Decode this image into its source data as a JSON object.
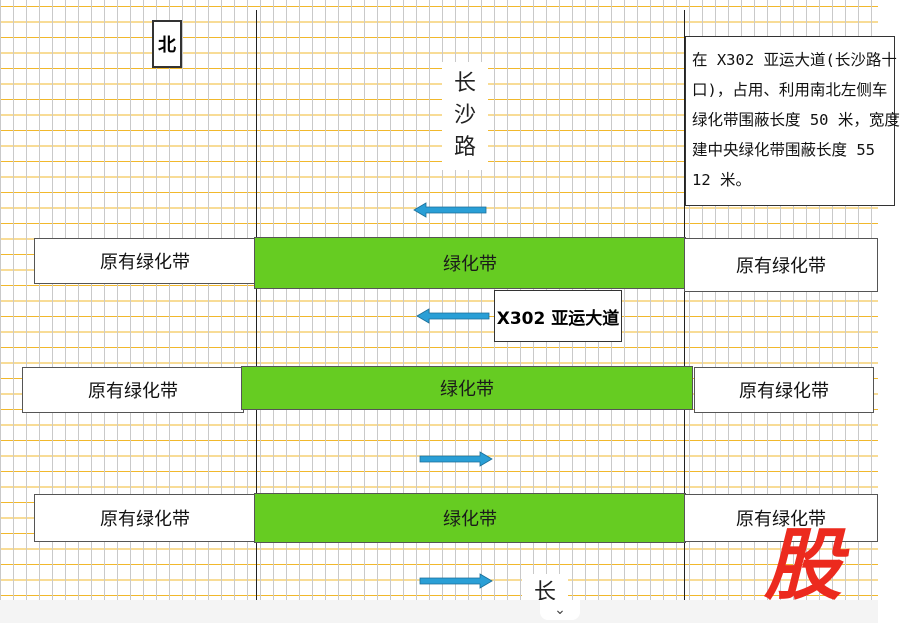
{
  "north_label": "北",
  "road_label_top": [
    "长",
    "沙",
    "路"
  ],
  "description_lines": [
    "在 X302 亚运大道(长沙路十",
    "口)，占用、利用南北左侧车",
    "绿化带围蔽长度 50 米，宽度",
    "建中央绿化带围蔽长度 55",
    "12 米。"
  ],
  "avenue_label": "X302 亚运大道",
  "road_label_bottom": "长",
  "bands": [
    {
      "left": "原有绿化带",
      "middle": "绿化带",
      "right": "原有绿化带"
    },
    {
      "left": "原有绿化带",
      "middle": "绿化带",
      "right": "原有绿化带"
    },
    {
      "left": "原有绿化带",
      "middle": "绿化带",
      "right": "原有绿化带"
    }
  ],
  "watermark_text": "股",
  "colors": {
    "green_band": "#66cc22",
    "grid_line": "#f1b82c",
    "arrow": "#2a9fd6",
    "watermark": "#ec2a1e"
  },
  "arrow_directions": [
    "left",
    "left",
    "right",
    "right"
  ]
}
